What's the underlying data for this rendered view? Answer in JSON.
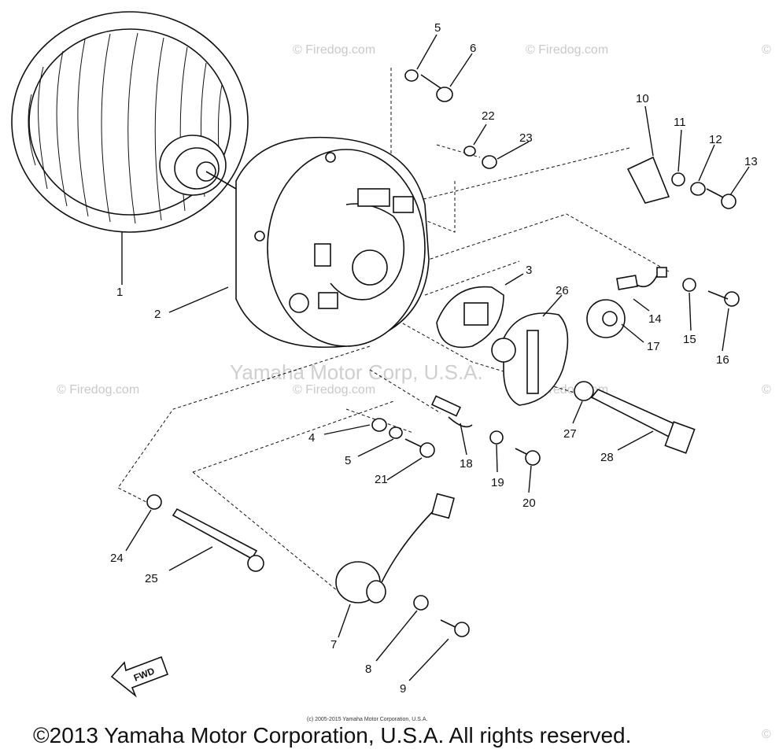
{
  "watermark": {
    "site": "© Firedog.com",
    "site_partial": "©",
    "corp": "Yamaha Motor Corp, U.S.A."
  },
  "small_copyright": "(c) 2005-2015 Yamaha Motor Corporation, U.S.A.",
  "footer": "©2013 Yamaha Motor Corporation, U.S.A. All rights reserved.",
  "fwd_label": "FWD",
  "callouts": [
    "1",
    "2",
    "3",
    "4",
    "5",
    "5",
    "6",
    "7",
    "8",
    "9",
    "10",
    "11",
    "12",
    "13",
    "14",
    "15",
    "16",
    "17",
    "18",
    "19",
    "20",
    "21",
    "22",
    "23",
    "24",
    "25",
    "26",
    "27",
    "28"
  ]
}
